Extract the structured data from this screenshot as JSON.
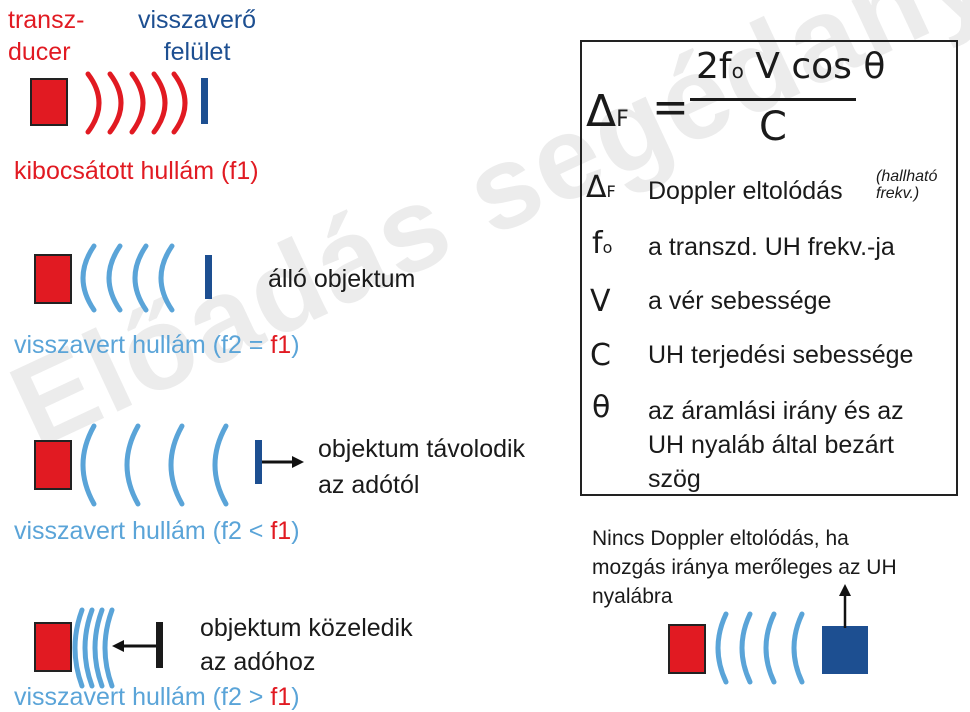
{
  "watermark": "Előadás segédanyag",
  "top_scene": {
    "transducer_label": "transz-\nducer",
    "surface_label": "visszaverő\nfelület",
    "emitted_label": "kibocsátott hullám (f1)"
  },
  "scene_static": {
    "object_label": "álló objektum",
    "reflected_prefix": "visszavert hullám (f2 = ",
    "reflected_f1": "f1",
    "reflected_suffix": ")"
  },
  "scene_away": {
    "object_label_1": "objektum távolodik",
    "object_label_2": "az adótól",
    "reflected_prefix": "visszavert hullám (f2 < ",
    "reflected_f1": "f1",
    "reflected_suffix": ")"
  },
  "scene_toward": {
    "object_label_1": "objektum közeledik",
    "object_label_2": "az adóhoz",
    "reflected_prefix": "visszavert hullám (f2 > ",
    "reflected_f1": "f1",
    "reflected_suffix": ")"
  },
  "formula": {
    "lhs_symbol": "Δ",
    "lhs_sub": "F",
    "equals": "=",
    "numerator": "2f",
    "numerator_sub": "o",
    "numerator_rest": " V cos θ",
    "denominator": "C"
  },
  "definitions": [
    {
      "symbol": "Δ",
      "sub": "F",
      "text": "Doppler eltolódás",
      "note": "(hallható\nfrekv.)"
    },
    {
      "symbol": "f",
      "sub": "o",
      "text": "a transzd. UH frekv.-ja"
    },
    {
      "symbol": "V",
      "sub": "",
      "text": "a vér sebessége"
    },
    {
      "symbol": "C",
      "sub": "",
      "text": "UH terjedési sebessége"
    },
    {
      "symbol": "θ",
      "sub": "",
      "text": "az áramlási irány és az\nUH nyaláb által bezárt\nszög"
    }
  ],
  "perpendicular_note": "Nincs Doppler eltolódás, ha\nmozgás iránya merőleges az UH\nnyalábra",
  "colors": {
    "red": "#e11a22",
    "navy": "#1d4f91",
    "light_blue": "#5aa4d8"
  }
}
